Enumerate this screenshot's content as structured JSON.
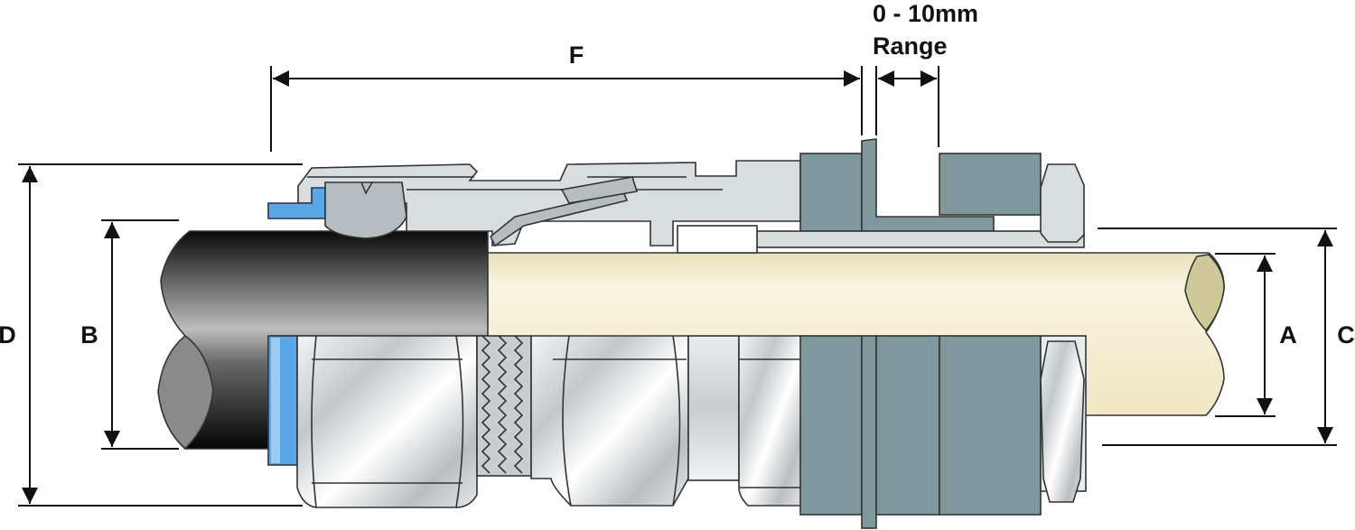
{
  "diagram": {
    "title": "Cable gland dimension diagram",
    "labels": {
      "a": "A",
      "b": "B",
      "c": "C",
      "d": "D",
      "f": "F",
      "range_value": "0 - 10mm",
      "range_word": "Range"
    },
    "colors": {
      "outline": "#333333",
      "cable_inner": "#f1ebcc",
      "gland_light": "#d8dddf",
      "gland_mid": "#b6bdc0",
      "panel": "#7f989d",
      "seal_blue": "#5aa7e8",
      "outer_sheath": "#111111"
    }
  }
}
